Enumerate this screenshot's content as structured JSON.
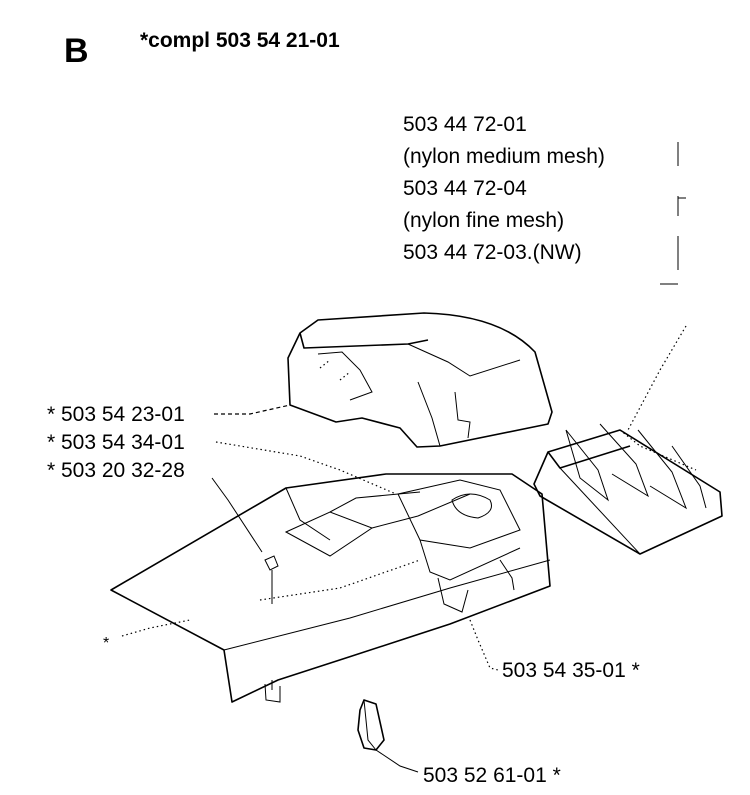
{
  "header": {
    "section_letter": "B",
    "title": "*compl 503 54 21-01"
  },
  "filter_callout": {
    "lines": [
      "503 44 72-01",
      "(nylon medium mesh)",
      "503 44 72-04",
      "(nylon fine mesh)",
      "503 44 72-03.(NW)"
    ]
  },
  "callouts": {
    "part_1": "* 503 54 23-01",
    "part_2": "* 503 54 34-01",
    "part_3": "* 503 20 32-28",
    "part_4": "503 54 35-01 *",
    "part_5": "503 52 61-01 *",
    "asterisk": "*"
  }
}
